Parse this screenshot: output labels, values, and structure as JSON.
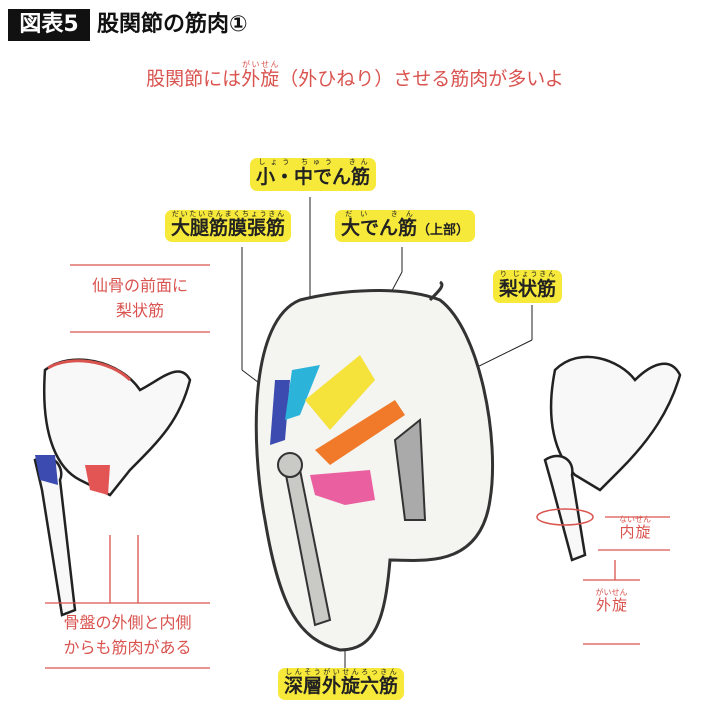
{
  "header": {
    "badge": "図表5",
    "title": "股関節の筋肉①"
  },
  "subtitle": {
    "before": "股関節には",
    "ruby_base": "外旋",
    "ruby_text": "がいせん",
    "after": "（外ひねり）させる筋肉が多いよ"
  },
  "labels": {
    "gluteus_min_med": {
      "base": "小・中でん筋",
      "ruby": "しょう ちゅう　きん"
    },
    "tfl": {
      "base": "大腿筋膜張筋",
      "ruby": "だいたいきんまくちょうきん"
    },
    "gluteus_max": {
      "base": "大でん筋",
      "ruby": "だい　きん",
      "suffix": "（上部）"
    },
    "piriformis": {
      "base": "梨状筋",
      "ruby": "り じょうきん"
    },
    "deep_six": {
      "base": "深層外旋六筋",
      "ruby": "しんそうがいせんろっきん"
    }
  },
  "notes": {
    "sacrum": [
      "仙骨の前面に",
      "梨状筋"
    ],
    "pelvis": [
      "骨盤の外側と内側",
      "からも筋肉がある"
    ]
  },
  "rotation": {
    "internal": {
      "base": "内旋",
      "ruby": "ないせん"
    },
    "external": {
      "base": "外旋",
      "ruby": "がいせん"
    }
  },
  "colors": {
    "accent_red": "#d9534f",
    "label_yellow": "#f7e93a",
    "muscle_blue": "#3b4bb0",
    "muscle_cyan": "#2bb3d9",
    "muscle_yellow": "#f5e23a",
    "muscle_orange": "#f07a2a",
    "muscle_pink": "#ea5fa0"
  }
}
